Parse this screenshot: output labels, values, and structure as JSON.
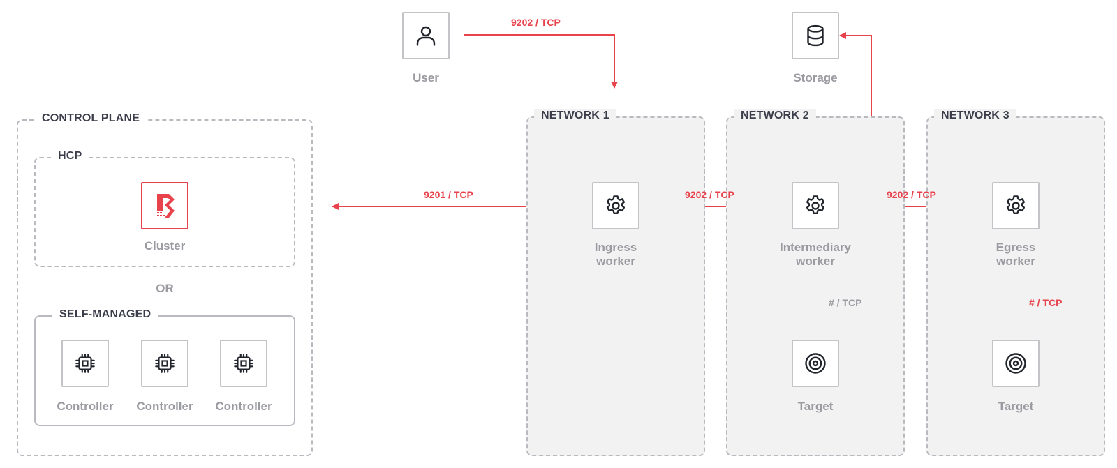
{
  "colors": {
    "accent": "#e8424c",
    "neutral_arrow": "#b9bac0",
    "label": "#3b3d4a",
    "caption": "#9a9ba1",
    "network_fill": "#f2f2f2"
  },
  "control_plane": {
    "title": "CONTROL PLANE",
    "hcp": {
      "title": "HCP",
      "cluster": {
        "icon": "boundary-logo-icon",
        "label": "Cluster"
      }
    },
    "or_text": "OR",
    "self_managed": {
      "title": "SELF-MANAGED",
      "controllers": [
        {
          "icon": "chip-icon",
          "label": "Controller"
        },
        {
          "icon": "chip-icon",
          "label": "Controller"
        },
        {
          "icon": "chip-icon",
          "label": "Controller"
        }
      ]
    }
  },
  "user": {
    "icon": "user-icon",
    "label": "User"
  },
  "storage": {
    "icon": "database-icon",
    "label": "Storage"
  },
  "networks": [
    {
      "title": "NETWORK 1",
      "worker": {
        "icon": "gear-icon",
        "label": "Ingress\nworker"
      }
    },
    {
      "title": "NETWORK 2",
      "worker": {
        "icon": "gear-icon",
        "label": "Intermediary\nworker"
      },
      "target": {
        "icon": "target-icon",
        "label": "Target"
      }
    },
    {
      "title": "NETWORK 3",
      "worker": {
        "icon": "gear-icon",
        "label": "Egress\nworker"
      },
      "target": {
        "icon": "target-icon",
        "label": "Target"
      }
    }
  ],
  "connections": [
    {
      "id": "user-to-ingress",
      "label": "9202 / TCP",
      "color": "red"
    },
    {
      "id": "ingress-to-control-plane",
      "label": "9201 / TCP",
      "color": "red"
    },
    {
      "id": "intermediary-to-ingress",
      "label": "9202 / TCP",
      "color": "red"
    },
    {
      "id": "egress-to-intermediary",
      "label": "9202 / TCP",
      "color": "red"
    },
    {
      "id": "intermediary-to-storage",
      "label": "",
      "color": "red"
    },
    {
      "id": "intermediary-to-target",
      "label": "# / TCP",
      "color": "grey"
    },
    {
      "id": "egress-to-target",
      "label": "# / TCP",
      "color": "red"
    }
  ]
}
